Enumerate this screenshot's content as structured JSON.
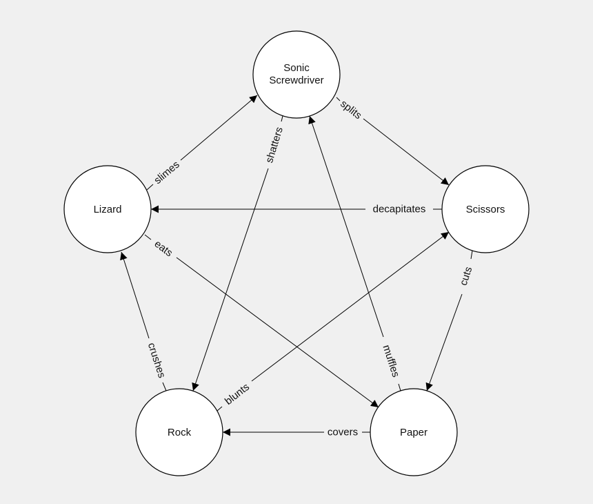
{
  "colors": {
    "background": "#f0f0f0",
    "node_fill": "#ffffff",
    "stroke": "#000000",
    "text": "#111111"
  },
  "nodes": [
    {
      "id": "sonic",
      "lines": [
        "Sonic",
        "Screwdriver"
      ]
    },
    {
      "id": "lizard",
      "lines": [
        "Lizard"
      ]
    },
    {
      "id": "scissors",
      "lines": [
        "Scissors"
      ]
    },
    {
      "id": "rock",
      "lines": [
        "Rock"
      ]
    },
    {
      "id": "paper",
      "lines": [
        "Paper"
      ]
    }
  ],
  "edges": [
    {
      "from": "lizard",
      "to": "sonic",
      "label": "slimes"
    },
    {
      "from": "sonic",
      "to": "scissors",
      "label": "splits"
    },
    {
      "from": "sonic",
      "to": "rock",
      "label": "shatters"
    },
    {
      "from": "scissors",
      "to": "lizard",
      "label": "decapitates"
    },
    {
      "from": "lizard",
      "to": "paper",
      "label": "eats"
    },
    {
      "from": "scissors",
      "to": "paper",
      "label": "cuts"
    },
    {
      "from": "rock",
      "to": "scissors",
      "label": "blunts"
    },
    {
      "from": "paper",
      "to": "sonic",
      "label": "muffles"
    },
    {
      "from": "rock",
      "to": "lizard",
      "label": "crushes"
    },
    {
      "from": "paper",
      "to": "rock",
      "label": "covers"
    }
  ]
}
